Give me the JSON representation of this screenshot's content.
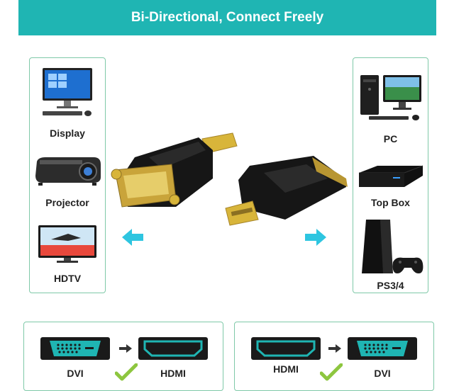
{
  "banner": {
    "title": "Bi-Directional, Connect Freely"
  },
  "left_devices": [
    {
      "label": "Display",
      "icon": "monitor-icon"
    },
    {
      "label": "Projector",
      "icon": "projector-icon"
    },
    {
      "label": "HDTV",
      "icon": "tv-icon"
    }
  ],
  "right_devices": [
    {
      "label": "PC",
      "icon": "desktop-pc-icon"
    },
    {
      "label": "Top Box",
      "icon": "set-top-box-icon"
    },
    {
      "label": "PS3/4",
      "icon": "game-console-icon"
    }
  ],
  "conversions": [
    {
      "from": "DVI",
      "to": "HDMI"
    },
    {
      "from": "HDMI",
      "to": "DVI"
    }
  ],
  "colors": {
    "accent": "#1fb5b3",
    "border": "#7fc9a8",
    "check": "#8dc63f",
    "arrow": "#2ec5e0"
  }
}
